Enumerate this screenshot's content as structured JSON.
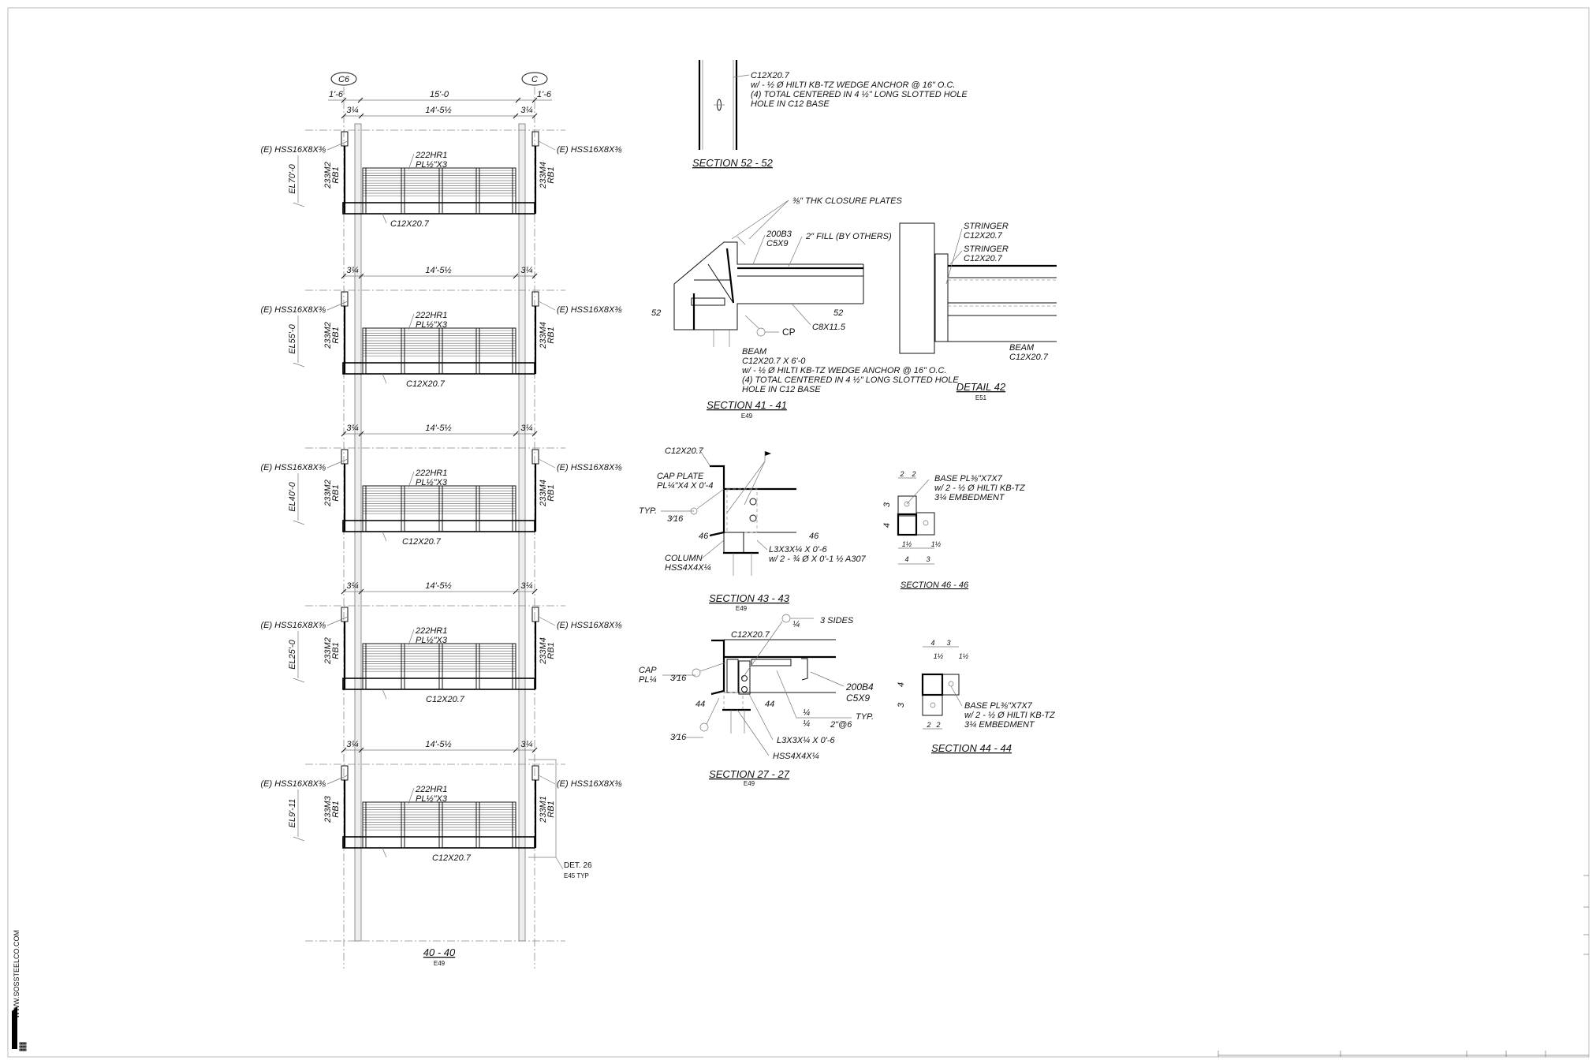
{
  "website": "WWW.SOSSTEELCO.COM",
  "elevation": {
    "grid_left": "C6",
    "grid_right": "C",
    "dim_left": "1'-6",
    "dim_center": "15'-0",
    "dim_right": "1'-6",
    "dim_gap": "3¼",
    "dim_clear": "14'-5½",
    "tiers": [
      {
        "hss_left": "(E) HSS16X8X⅜",
        "hss_right": "(E) HSS16X8X⅜",
        "el": "EL70'-0",
        "hl_mark": "233M2",
        "hl_rb": "RB1",
        "hr_mark": "233M4",
        "hr_rb": "RB1",
        "rail_mark": "222HR1",
        "rail_plate": "PL½\"X3",
        "beam": "C12X20.7"
      },
      {
        "hss_left": "(E) HSS16X8X⅜",
        "hss_right": "(E) HSS16X8X⅜",
        "el": "EL55'-0",
        "hl_mark": "233M2",
        "hl_rb": "RB1",
        "hr_mark": "233M4",
        "hr_rb": "RB1",
        "rail_mark": "222HR1",
        "rail_plate": "PL½\"X3",
        "beam": "C12X20.7"
      },
      {
        "hss_left": "(E) HSS16X8X⅜",
        "hss_right": "(E) HSS16X8X⅜",
        "el": "EL40'-0",
        "hl_mark": "233M2",
        "hl_rb": "RB1",
        "hr_mark": "233M4",
        "hr_rb": "RB1",
        "rail_mark": "222HR1",
        "rail_plate": "PL½\"X3",
        "beam": "C12X20.7"
      },
      {
        "hss_left": "(E) HSS16X8X⅜",
        "hss_right": "(E) HSS16X8X⅜",
        "el": "EL25'-0",
        "hl_mark": "233M2",
        "hl_rb": "RB1",
        "hr_mark": "233M4",
        "hr_rb": "RB1",
        "rail_mark": "222HR1",
        "rail_plate": "PL½\"X3",
        "beam": "C12X20.7"
      },
      {
        "hss_left": "(E) HSS16X8X⅜",
        "hss_right": "(E) HSS16X8X⅜",
        "el": "EL9'-11",
        "hl_mark": "233M3",
        "hl_rb": "RB1",
        "hr_mark": "233M1",
        "hr_rb": "RB1",
        "rail_mark": "222HR1",
        "rail_plate": "PL½\"X3",
        "beam": "C12X20.7"
      }
    ],
    "det_ref": "DET. 26",
    "det_sheet": "E45 TYP",
    "title": "40 - 40",
    "sheet": "E49"
  },
  "s52": {
    "title": "SECTION  52 - 52",
    "notes": [
      "C12X20.7",
      "w/ - ½ Ø HILTI KB-TZ WEDGE ANCHOR @ 16\" O.C.",
      "(4) TOTAL CENTERED IN 4 ½\" LONG SLOTTED HOLE",
      "HOLE IN C12 BASE"
    ]
  },
  "s41": {
    "title": "SECTION  41 - 41",
    "sheet": "E49",
    "closure": "⅜\" THK CLOSURE PLATES",
    "b3_mark": "200B3",
    "b3_size": "C5X9",
    "fill": "2\" FILL (BY OTHERS)",
    "cut": "52",
    "c8": "C8X11.5",
    "cp": "CP",
    "beam": [
      "BEAM",
      "C12X20.7 X 6'-0",
      "w/ - ½ Ø HILTI KB-TZ WEDGE ANCHOR @ 16\" O.C.",
      "(4) TOTAL CENTERED IN 4 ½\" LONG SLOTTED HOLE",
      "HOLE IN C12 BASE"
    ]
  },
  "d42": {
    "title": "DETAIL 42",
    "sheet": "E51",
    "stringer1": [
      "STRINGER",
      "C12X20.7"
    ],
    "stringer2": [
      "STRINGER",
      "C12X20.7"
    ],
    "beam": [
      "BEAM",
      "C12X20.7"
    ]
  },
  "s43": {
    "title": "SECTION  43 - 43",
    "sheet": "E49",
    "channel": "C12X20.7",
    "cap": [
      "CAP PLATE",
      "PL¼\"X4 X 0'-4"
    ],
    "typ": "TYP.",
    "weld": "3⁄16",
    "cut": "46",
    "column": [
      "COLUMN",
      "HSS4X4X¼"
    ],
    "angle": [
      "L3X3X¼ X 0'-6",
      "w/ 2 - ¾ Ø X 0'-1 ½ A307"
    ]
  },
  "s46": {
    "title": "SECTION  46 - 46",
    "base": [
      "BASE PL⅜\"X7X7",
      "w/ 2 - ½ Ø HILTI KB-TZ",
      "3¼ EMBEDMENT"
    ],
    "dims": [
      "2",
      "2",
      "3",
      "4",
      "1½",
      "1½",
      "4",
      "3"
    ]
  },
  "s27": {
    "title": "SECTION  27 - 27",
    "sheet": "E49",
    "channel": "C12X20.7",
    "weld_top": "¼",
    "sides": "3 SIDES",
    "cap": [
      "CAP",
      "PL¼"
    ],
    "weld": "3⁄16",
    "cut": "44",
    "b4_mark": "200B4",
    "b4_size": "C5X9",
    "fillet": "¼",
    "spacing": "2\"@6",
    "typ": "TYP.",
    "angle": "L3X3X¼ X 0'-6",
    "hss": "HSS4X4X¼"
  },
  "s44": {
    "title": "SECTION  44 - 44",
    "base": [
      "BASE PL⅜\"X7X7",
      "w/ 2 - ½ Ø HILTI KB-TZ",
      "3¼ EMBEDMENT"
    ],
    "dims": [
      "4",
      "3",
      "1½",
      "1½",
      "4",
      "3",
      "2",
      "2"
    ]
  }
}
